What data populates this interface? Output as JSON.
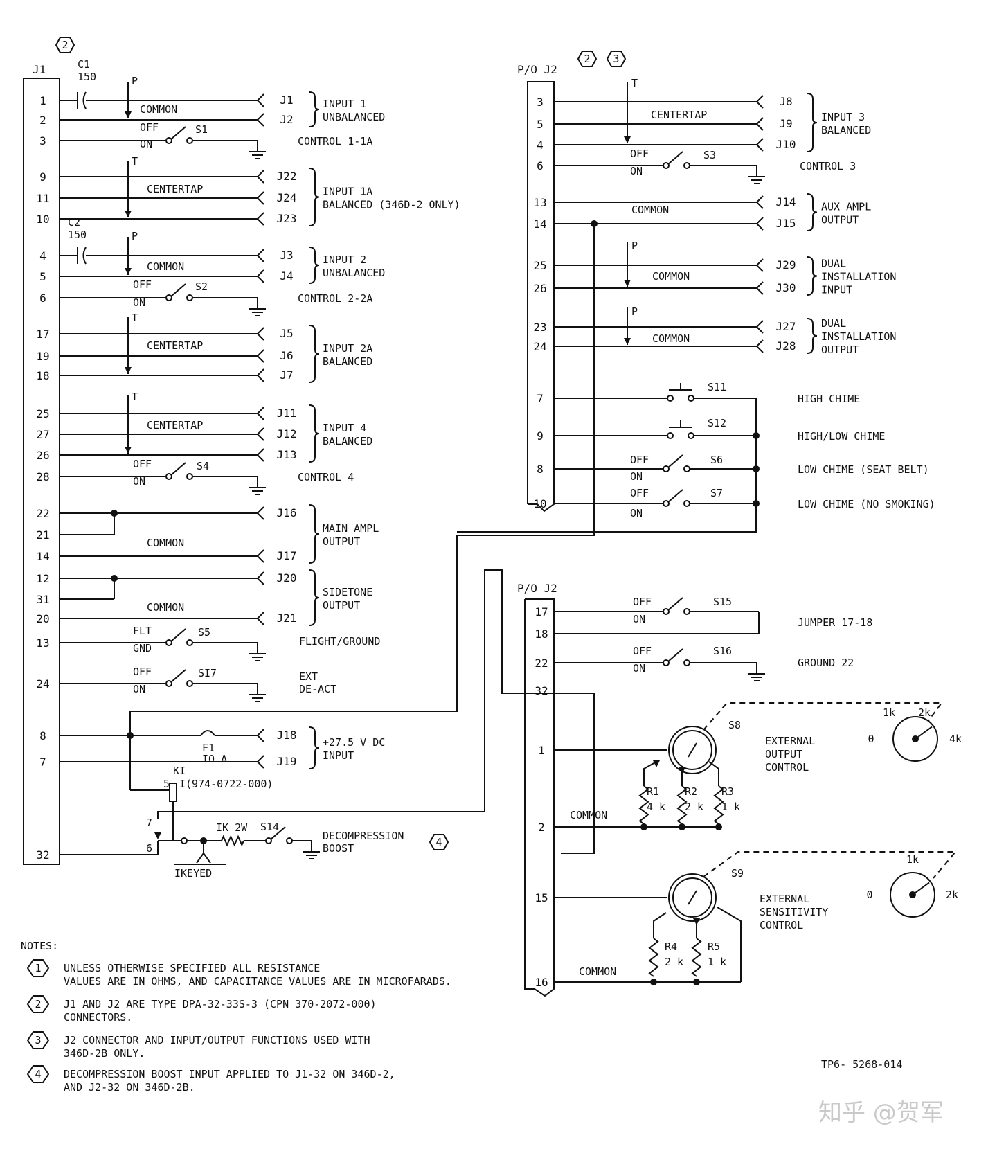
{
  "connectors": {
    "j1_name": "J1",
    "j1_callout": "2",
    "j2_name": "P/O J2",
    "j2_callouts": [
      "2",
      "3"
    ],
    "j2b_name": "P/O J2"
  },
  "j1_pins": [
    "1",
    "2",
    "3",
    "9",
    "11",
    "10",
    "4",
    "5",
    "6",
    "17",
    "19",
    "18",
    "25",
    "27",
    "26",
    "28",
    "22",
    "21",
    "14",
    "12",
    "31",
    "20",
    "13",
    "24",
    "8",
    "7",
    "32"
  ],
  "j2_pins": [
    "3",
    "5",
    "4",
    "6",
    "13",
    "14",
    "25",
    "26",
    "23",
    "24",
    "7",
    "9",
    "8",
    "10"
  ],
  "j2b_pins": [
    "17",
    "18",
    "22",
    "32",
    "1",
    "2",
    "15",
    "16"
  ],
  "jacks_left": [
    "J1",
    "J2",
    "J22",
    "J24",
    "J23",
    "J3",
    "J4",
    "J5",
    "J6",
    "J7",
    "J11",
    "J12",
    "J13",
    "J16",
    "J17",
    "J20",
    "J21",
    "J18",
    "J19"
  ],
  "jacks_right": [
    "J8",
    "J9",
    "J10",
    "J14",
    "J15",
    "J29",
    "J30",
    "J27",
    "J28"
  ],
  "groups_left": [
    [
      "INPUT 1",
      "UNBALANCED"
    ],
    [
      "INPUT 1A",
      "BALANCED (346D-2 ONLY)"
    ],
    [
      "INPUT 2",
      "UNBALANCED"
    ],
    [
      "INPUT 2A",
      "BALANCED"
    ],
    [
      "INPUT 4",
      "BALANCED"
    ],
    [
      "MAIN AMPL",
      "OUTPUT"
    ],
    [
      "SIDETONE",
      "OUTPUT"
    ],
    [
      "+27.5 V DC",
      "INPUT"
    ]
  ],
  "groups_right": [
    [
      "INPUT 3",
      "BALANCED"
    ],
    [
      "AUX AMPL",
      "OUTPUT"
    ],
    [
      "DUAL",
      "INSTALLATION",
      "INPUT"
    ],
    [
      "DUAL",
      "INSTALLATION",
      "OUTPUT"
    ]
  ],
  "controls_left": [
    "CONTROL 1-1A",
    "CONTROL 2-2A",
    "CONTROL 4",
    "FLIGHT/GROUND",
    "EXT",
    "DE-ACT"
  ],
  "controls_right": [
    "CONTROL 3",
    "HIGH CHIME",
    "HIGH/LOW CHIME",
    "LOW CHIME (SEAT BELT)",
    "LOW CHIME (NO SMOKING)",
    "JUMPER 17-18",
    "GROUND 22"
  ],
  "wire_labels": {
    "common": "COMMON",
    "centertap": "CENTERTAP",
    "p": "P",
    "t": "T",
    "off": "OFF",
    "on": "ON",
    "flt": "FLT",
    "gnd": "GND"
  },
  "components": {
    "c1": [
      "C1",
      "150"
    ],
    "c2": [
      "C2",
      "150"
    ],
    "switches": [
      "S1",
      "S2",
      "S4",
      "S5",
      "SI7",
      "S3",
      "S11",
      "S12",
      "S6",
      "S7",
      "S15",
      "S16",
      "S14"
    ],
    "fuse": [
      "F1",
      "IO A"
    ],
    "relay": [
      "KI",
      "I(974-0722-000)",
      "5",
      "7",
      "6"
    ],
    "resistor_series": "IK 2W",
    "keyed": "IKEYED",
    "pots": [
      "S8",
      "S9"
    ],
    "resistors": [
      [
        "R1",
        "4 k"
      ],
      [
        "R2",
        "2 k"
      ],
      [
        "R3",
        "1 k"
      ],
      [
        "R4",
        "2 k"
      ],
      [
        "R5",
        "1 k"
      ]
    ]
  },
  "decompression": [
    "DECOMPRESSION",
    "BOOST",
    "4"
  ],
  "external_output": [
    "EXTERNAL",
    "OUTPUT",
    "CONTROL"
  ],
  "external_sensitivity": [
    "EXTERNAL",
    "SENSITIVITY",
    "CONTROL"
  ],
  "dial_top": [
    "0",
    "1k",
    "2k",
    "4k"
  ],
  "dial_bottom": [
    "0",
    "1k",
    "2k"
  ],
  "notes_title": "NOTES:",
  "notes": [
    {
      "num": "1",
      "lines": [
        "UNLESS OTHERWISE SPECIFIED ALL RESISTANCE",
        "VALUES ARE IN OHMS, AND CAPACITANCE VALUES ARE IN MICROFARADS."
      ]
    },
    {
      "num": "2",
      "lines": [
        "J1 AND J2 ARE TYPE DPA-32-33S-3 (CPN 370-2072-000)",
        "CONNECTORS."
      ]
    },
    {
      "num": "3",
      "lines": [
        "J2 CONNECTOR AND INPUT/OUTPUT FUNCTIONS USED WITH",
        "346D-2B ONLY."
      ]
    },
    {
      "num": "4",
      "lines": [
        "DECOMPRESSION BOOST INPUT APPLIED TO J1-32 ON 346D-2,",
        "AND J2-32 ON 346D-2B."
      ]
    }
  ],
  "figure_id": "TP6- 5268-014",
  "watermark": "知乎 @贺军"
}
